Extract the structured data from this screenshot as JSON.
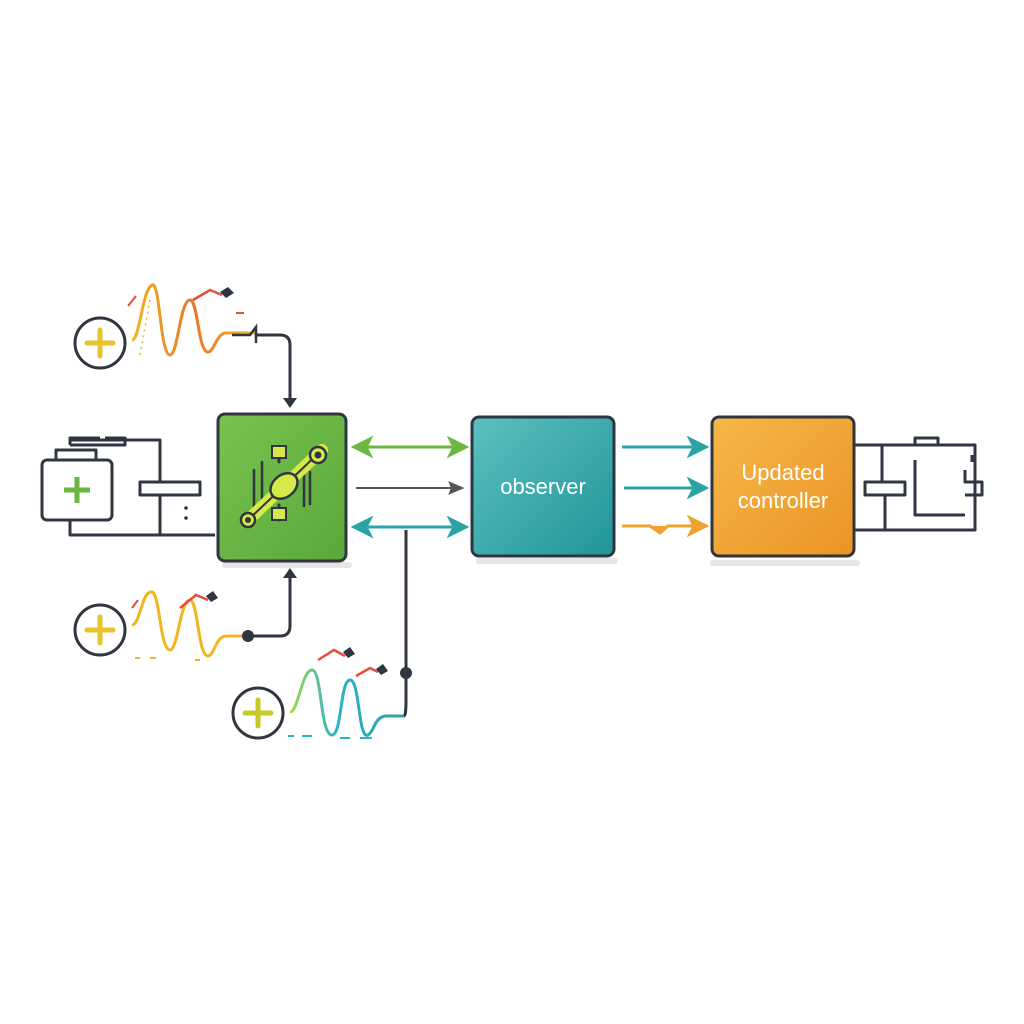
{
  "diagram": {
    "blocks": [
      {
        "id": "controller-block",
        "label": "",
        "color": "#6ab842",
        "icon": "mechanical-linkage-icon"
      },
      {
        "id": "observer-block",
        "label": "observer",
        "color": "#2aa3a6"
      },
      {
        "id": "updated-controller-block",
        "label": "Updated controller",
        "color": "#f0a22e"
      }
    ],
    "inputs": [
      {
        "id": "input-top",
        "icon": "plus-circle-icon",
        "signal": "oscillating-signal-icon",
        "color": "#f39c12"
      },
      {
        "id": "input-bottom",
        "icon": "plus-circle-icon",
        "signal": "oscillating-signal-icon",
        "color": "#f1b523"
      },
      {
        "id": "input-lower",
        "icon": "plus-circle-icon",
        "signal": "oscillating-signal-icon",
        "color": "#2bb3c9"
      }
    ],
    "devices": [
      {
        "id": "left-device",
        "icon": "battery-plus-icon"
      },
      {
        "id": "right-device",
        "icon": "battery-icon"
      }
    ],
    "connections": [
      {
        "from": "controller-block",
        "to": "observer-block",
        "style": "bidirectional",
        "color": "#6ab842"
      },
      {
        "from": "controller-block",
        "to": "observer-block",
        "style": "arrow",
        "color": "#555555"
      },
      {
        "from": "controller-block",
        "to": "observer-block",
        "style": "bidirectional",
        "color": "#2aa3a6"
      },
      {
        "from": "observer-block",
        "to": "updated-controller-block",
        "style": "arrow",
        "color": "#2aa3a6"
      },
      {
        "from": "observer-block",
        "to": "updated-controller-block",
        "style": "arrow",
        "color": "#2aa3a6"
      },
      {
        "from": "observer-block",
        "to": "updated-controller-block",
        "style": "arrow",
        "color": "#f0a22e"
      }
    ]
  }
}
